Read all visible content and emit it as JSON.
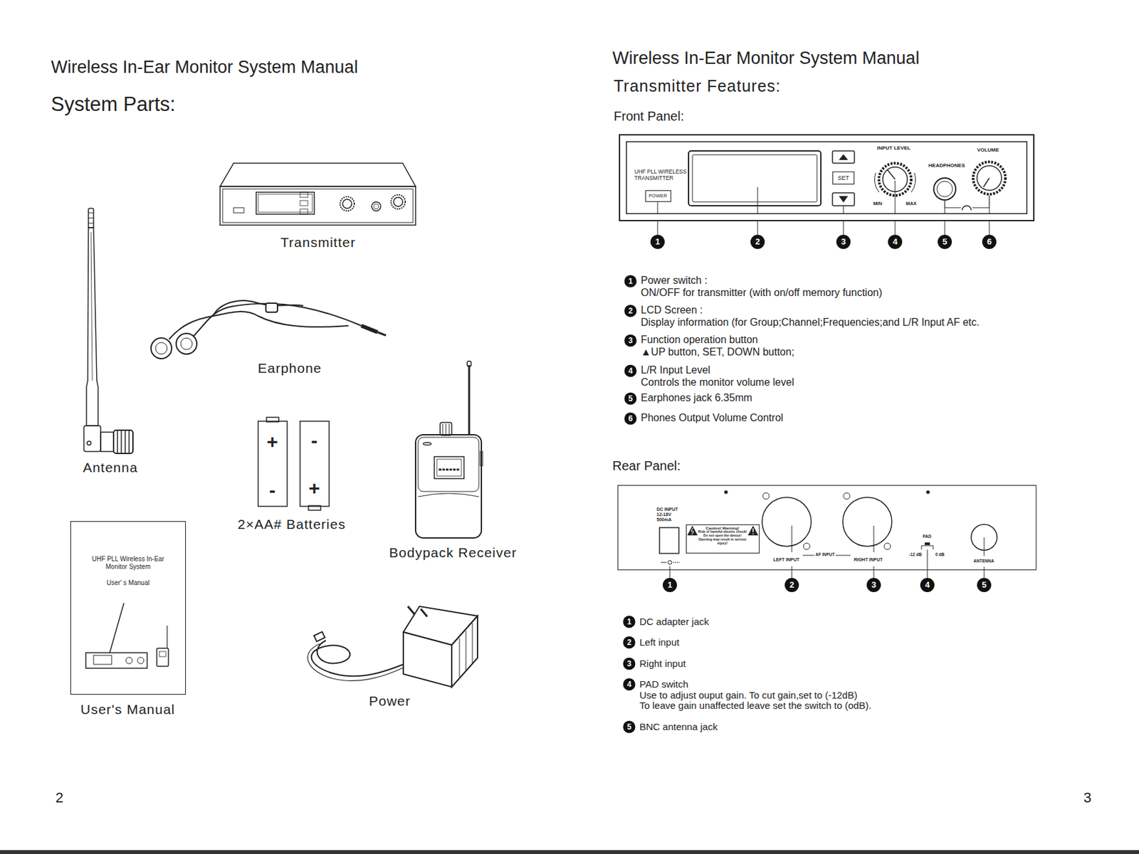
{
  "diagram": {
    "title": "Wireless In-Ear Monitor System Manual",
    "nodes": [
      {
        "text": [
          "UHF PLL WIRELESS TRANSMITTER",
          "INPUT LEVEL",
          "HEADPHONES",
          "VOLUME",
          "MIN",
          "MAX"
        ]
      },
      {
        "text": [
          "POWER"
        ],
        "in": 0
      },
      {
        "text": [
          "SET"
        ],
        "in": 0
      },
      {
        "text": [
          "DC INPUT 12-18V 500mA",
          "LEFT INPUT",
          "AF INPUT",
          "RIGHT INPUT",
          "PAD",
          "-12 dB",
          "0 dB",
          "ANTENNA"
        ]
      },
      {
        "text": [
          "Caution! Warning!",
          "Risk of harmful electric shock!",
          "Do not open the device! Opening may result in serious injury!"
        ],
        "in": 3
      },
      {
        "text": [
          "UHF PLL Wireless In-Ear Monitor System",
          "User' s Manual"
        ]
      }
    ],
    "labels": [
      "System Parts:",
      "Transmitter",
      "Earphone",
      "Antenna",
      "+",
      "-",
      "-",
      "+",
      "2×AA# Batteries",
      "Bodypack Receiver",
      "User's Manual",
      "Power",
      "2",
      "Wireless In-Ear Monitor System Manual",
      "Transmitter Features:",
      "Front Panel:",
      "1",
      "2",
      "3",
      "4",
      "5",
      "6",
      "1",
      "2",
      "3",
      "4",
      "5",
      "6",
      "Power switch :",
      "ON/OFF for transmitter (with on/off memory function)",
      "LCD Screen :",
      "Display information (for Group;Channel;Frequencies;and L/R Input AF etc.",
      "Function operation button",
      "▲UP button, SET, DOWN button;",
      "L/R Input Level",
      "Controls the monitor volume level",
      "Earphones jack 6.35mm",
      "Phones Output Volume Control",
      "Rear Panel:",
      "1",
      "2",
      "3",
      "4",
      "5",
      "1",
      "2",
      "3",
      "4",
      "5",
      "DC adapter jack",
      "Left input",
      "Right input",
      "PAD switch",
      "Use to adjust ouput gain. To cut gain,set to (-12dB)",
      "To leave gain unaffected leave set the switch to (odB).",
      "BNC antenna jack",
      "3"
    ]
  }
}
